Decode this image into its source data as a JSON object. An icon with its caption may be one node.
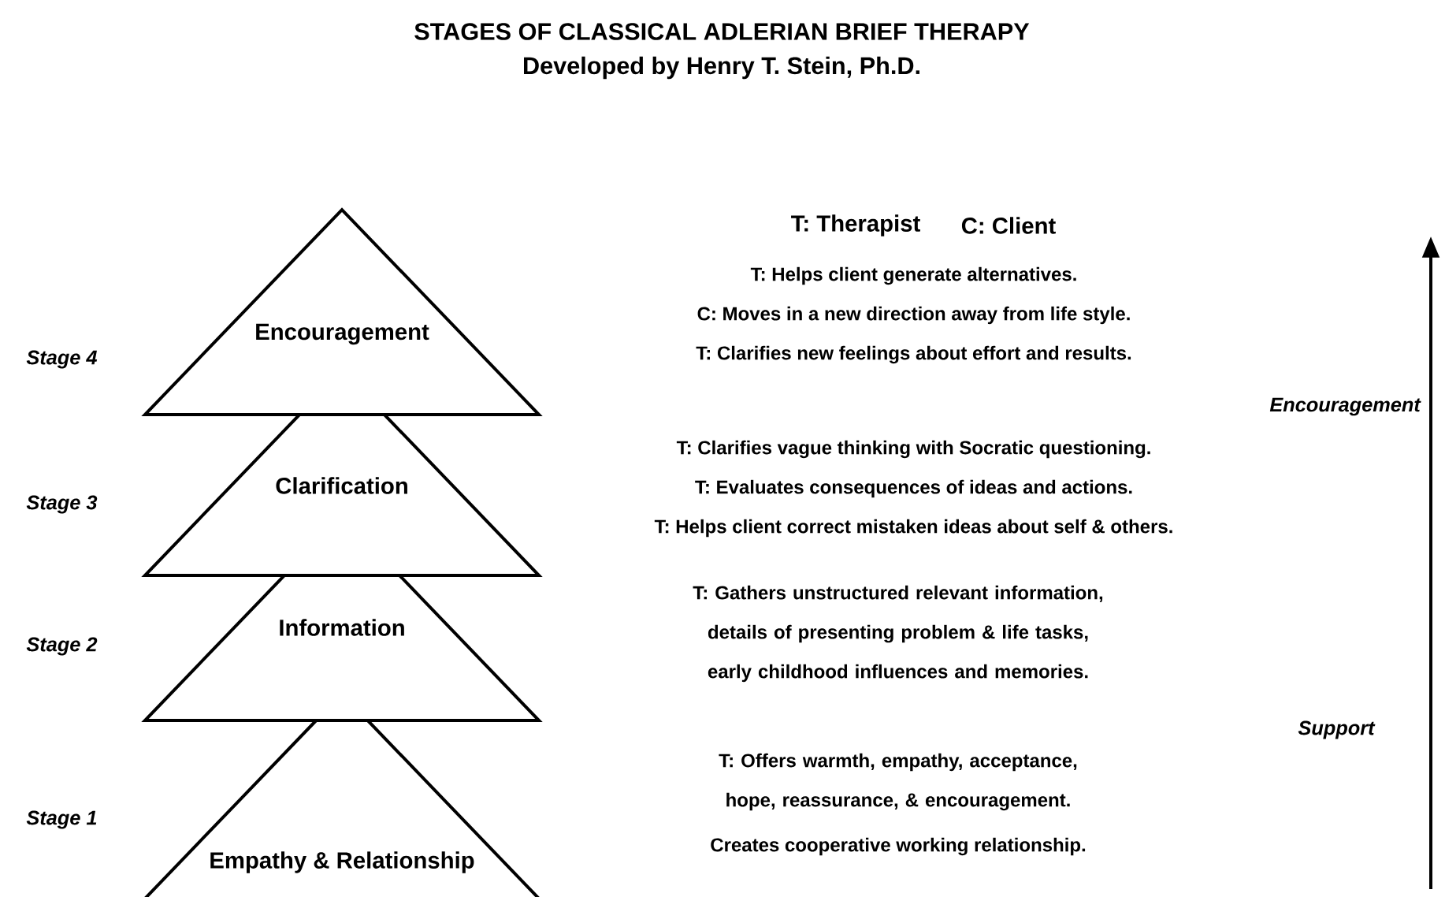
{
  "diagram": {
    "title": "STAGES OF CLASSICAL ADLERIAN BRIEF THERAPY",
    "nodes": [
      {
        "text": [
          "Encouragement"
        ],
        "beside": [
          "Stage 4"
        ]
      },
      {
        "text": [
          "Clarification"
        ],
        "beside": [
          "Stage 3"
        ]
      },
      {
        "text": [
          "Information"
        ],
        "beside": [
          "Stage 2"
        ]
      },
      {
        "text": [
          "Empathy & Relationship"
        ],
        "beside": [
          "Stage 1"
        ]
      }
    ],
    "labels": [
      "Developed by Henry T. Stein, Ph.D.",
      "T: Therapist",
      "C: Client",
      "T: Helps client generate alternatives.",
      "C: Moves in a new direction away from life style.",
      "T: Clarifies new feelings about effort and results.",
      "Encouragement",
      "T: Clarifies vague thinking with Socratic questioning.",
      "T: Evaluates consequences of ideas and actions.",
      "T: Helps client correct mistaken ideas about self & others.",
      "T: Gathers unstructured relevant information, details of presenting problem & life tasks, early childhood influences and memories.",
      "Support",
      "T: Offers warmth, empathy, acceptance, hope, reassurance, & encouragement.",
      "Creates cooperative working relationship."
    ]
  }
}
